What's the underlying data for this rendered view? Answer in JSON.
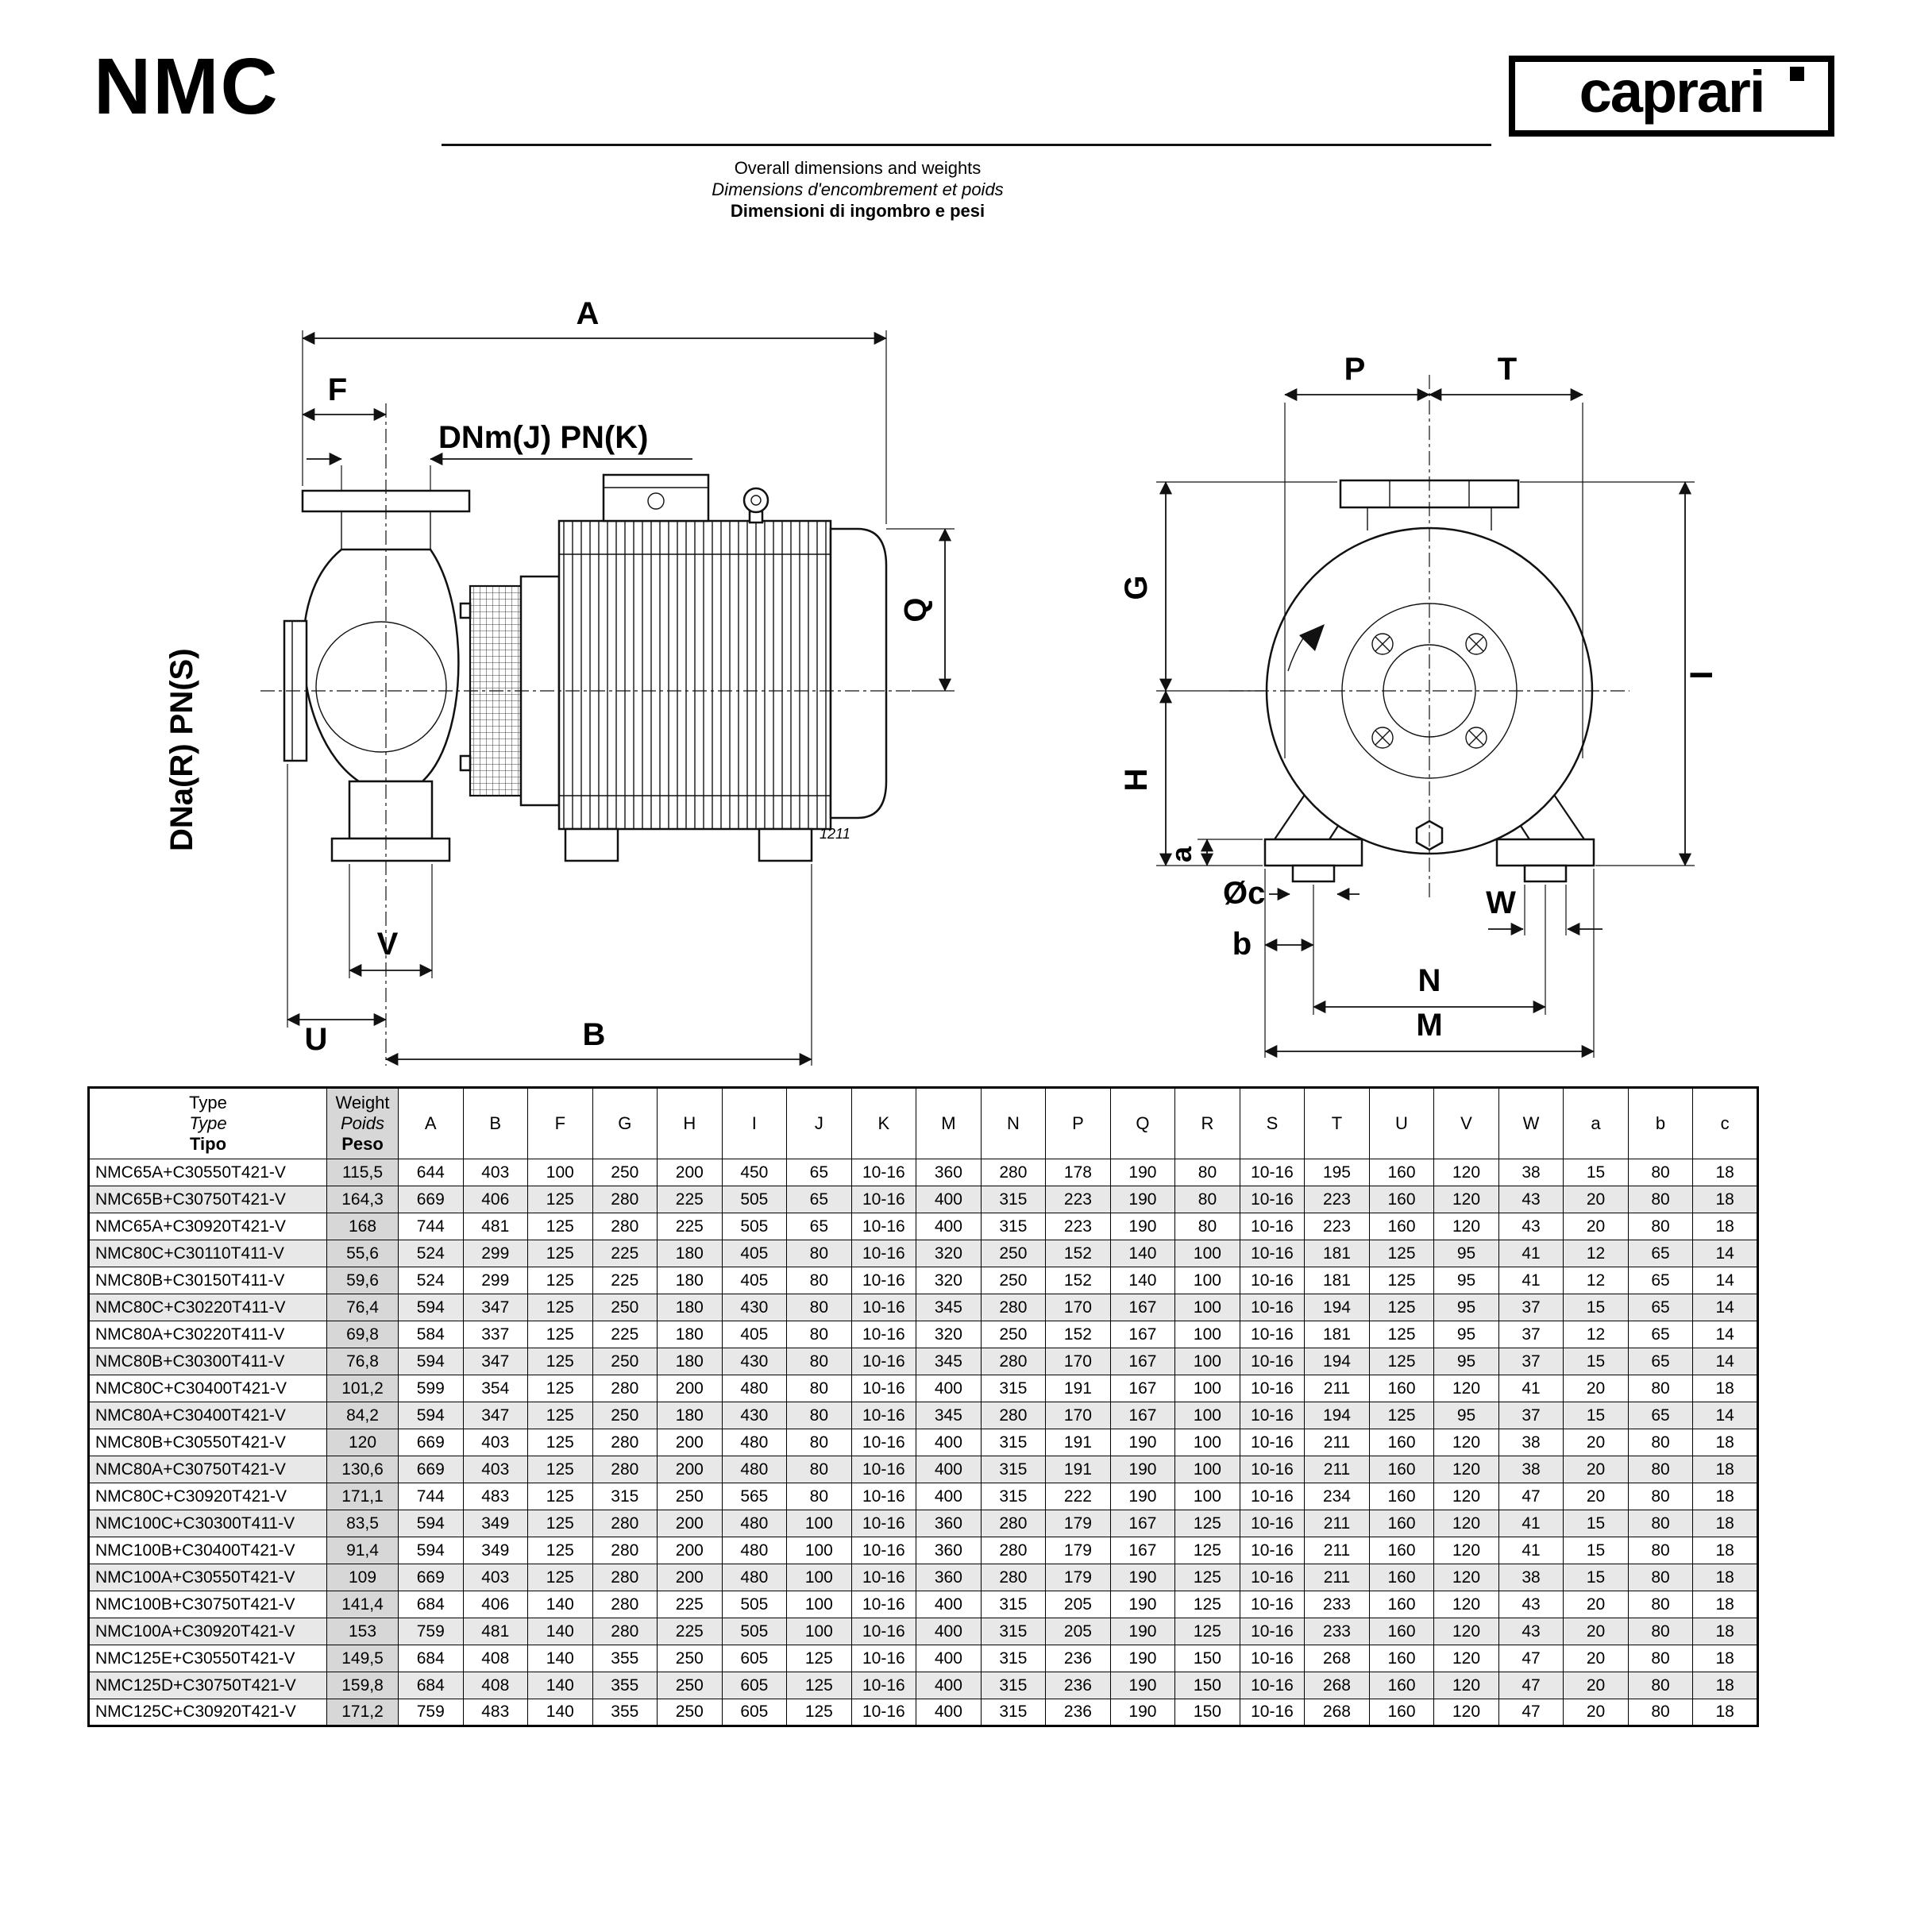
{
  "page": {
    "model": "NMC",
    "brand": "caprari",
    "subtitle_en": "Overall dimensions and weights",
    "subtitle_fr": "Dimensions d'encombrement et poids",
    "subtitle_it": "Dimensioni di ingombro e pesi"
  },
  "drawing": {
    "side": {
      "A": "A",
      "F": "F",
      "DNm": "DNm(J) PN(K)",
      "DNa": "DNa(R) PN(S)",
      "Q": "Q",
      "V": "V",
      "U": "U",
      "B": "B",
      "ref": "1211"
    },
    "front": {
      "P": "P",
      "T": "T",
      "G": "G",
      "H": "H",
      "a": "a",
      "I": "I",
      "Oc": "Øc",
      "W": "W",
      "b": "b",
      "N": "N",
      "M": "M"
    }
  },
  "table": {
    "type_header": [
      "Type",
      "Type",
      "Tipo"
    ],
    "weight_header": [
      "Weight",
      "Poids",
      "Peso"
    ],
    "dim_headers": [
      "A",
      "B",
      "F",
      "G",
      "H",
      "I",
      "J",
      "K",
      "M",
      "N",
      "P",
      "Q",
      "R",
      "S",
      "T",
      "U",
      "V",
      "W",
      "a",
      "b",
      "c"
    ],
    "rows": [
      {
        "type": "NMC65A+C30550T421-V",
        "weight": "115,5",
        "dims": [
          "644",
          "403",
          "100",
          "250",
          "200",
          "450",
          "65",
          "10-16",
          "360",
          "280",
          "178",
          "190",
          "80",
          "10-16",
          "195",
          "160",
          "120",
          "38",
          "15",
          "80",
          "18"
        ]
      },
      {
        "type": "NMC65B+C30750T421-V",
        "weight": "164,3",
        "dims": [
          "669",
          "406",
          "125",
          "280",
          "225",
          "505",
          "65",
          "10-16",
          "400",
          "315",
          "223",
          "190",
          "80",
          "10-16",
          "223",
          "160",
          "120",
          "43",
          "20",
          "80",
          "18"
        ]
      },
      {
        "type": "NMC65A+C30920T421-V",
        "weight": "168",
        "dims": [
          "744",
          "481",
          "125",
          "280",
          "225",
          "505",
          "65",
          "10-16",
          "400",
          "315",
          "223",
          "190",
          "80",
          "10-16",
          "223",
          "160",
          "120",
          "43",
          "20",
          "80",
          "18"
        ]
      },
      {
        "type": "NMC80C+C30110T411-V",
        "weight": "55,6",
        "dims": [
          "524",
          "299",
          "125",
          "225",
          "180",
          "405",
          "80",
          "10-16",
          "320",
          "250",
          "152",
          "140",
          "100",
          "10-16",
          "181",
          "125",
          "95",
          "41",
          "12",
          "65",
          "14"
        ]
      },
      {
        "type": "NMC80B+C30150T411-V",
        "weight": "59,6",
        "dims": [
          "524",
          "299",
          "125",
          "225",
          "180",
          "405",
          "80",
          "10-16",
          "320",
          "250",
          "152",
          "140",
          "100",
          "10-16",
          "181",
          "125",
          "95",
          "41",
          "12",
          "65",
          "14"
        ]
      },
      {
        "type": "NMC80C+C30220T411-V",
        "weight": "76,4",
        "dims": [
          "594",
          "347",
          "125",
          "250",
          "180",
          "430",
          "80",
          "10-16",
          "345",
          "280",
          "170",
          "167",
          "100",
          "10-16",
          "194",
          "125",
          "95",
          "37",
          "15",
          "65",
          "14"
        ]
      },
      {
        "type": "NMC80A+C30220T411-V",
        "weight": "69,8",
        "dims": [
          "584",
          "337",
          "125",
          "225",
          "180",
          "405",
          "80",
          "10-16",
          "320",
          "250",
          "152",
          "167",
          "100",
          "10-16",
          "181",
          "125",
          "95",
          "37",
          "12",
          "65",
          "14"
        ]
      },
      {
        "type": "NMC80B+C30300T411-V",
        "weight": "76,8",
        "dims": [
          "594",
          "347",
          "125",
          "250",
          "180",
          "430",
          "80",
          "10-16",
          "345",
          "280",
          "170",
          "167",
          "100",
          "10-16",
          "194",
          "125",
          "95",
          "37",
          "15",
          "65",
          "14"
        ]
      },
      {
        "type": "NMC80C+C30400T421-V",
        "weight": "101,2",
        "dims": [
          "599",
          "354",
          "125",
          "280",
          "200",
          "480",
          "80",
          "10-16",
          "400",
          "315",
          "191",
          "167",
          "100",
          "10-16",
          "211",
          "160",
          "120",
          "41",
          "20",
          "80",
          "18"
        ]
      },
      {
        "type": "NMC80A+C30400T421-V",
        "weight": "84,2",
        "dims": [
          "594",
          "347",
          "125",
          "250",
          "180",
          "430",
          "80",
          "10-16",
          "345",
          "280",
          "170",
          "167",
          "100",
          "10-16",
          "194",
          "125",
          "95",
          "37",
          "15",
          "65",
          "14"
        ]
      },
      {
        "type": "NMC80B+C30550T421-V",
        "weight": "120",
        "dims": [
          "669",
          "403",
          "125",
          "280",
          "200",
          "480",
          "80",
          "10-16",
          "400",
          "315",
          "191",
          "190",
          "100",
          "10-16",
          "211",
          "160",
          "120",
          "38",
          "20",
          "80",
          "18"
        ]
      },
      {
        "type": "NMC80A+C30750T421-V",
        "weight": "130,6",
        "dims": [
          "669",
          "403",
          "125",
          "280",
          "200",
          "480",
          "80",
          "10-16",
          "400",
          "315",
          "191",
          "190",
          "100",
          "10-16",
          "211",
          "160",
          "120",
          "38",
          "20",
          "80",
          "18"
        ]
      },
      {
        "type": "NMC80C+C30920T421-V",
        "weight": "171,1",
        "dims": [
          "744",
          "483",
          "125",
          "315",
          "250",
          "565",
          "80",
          "10-16",
          "400",
          "315",
          "222",
          "190",
          "100",
          "10-16",
          "234",
          "160",
          "120",
          "47",
          "20",
          "80",
          "18"
        ]
      },
      {
        "type": "NMC100C+C30300T411-V",
        "weight": "83,5",
        "dims": [
          "594",
          "349",
          "125",
          "280",
          "200",
          "480",
          "100",
          "10-16",
          "360",
          "280",
          "179",
          "167",
          "125",
          "10-16",
          "211",
          "160",
          "120",
          "41",
          "15",
          "80",
          "18"
        ]
      },
      {
        "type": "NMC100B+C30400T421-V",
        "weight": "91,4",
        "dims": [
          "594",
          "349",
          "125",
          "280",
          "200",
          "480",
          "100",
          "10-16",
          "360",
          "280",
          "179",
          "167",
          "125",
          "10-16",
          "211",
          "160",
          "120",
          "41",
          "15",
          "80",
          "18"
        ]
      },
      {
        "type": "NMC100A+C30550T421-V",
        "weight": "109",
        "dims": [
          "669",
          "403",
          "125",
          "280",
          "200",
          "480",
          "100",
          "10-16",
          "360",
          "280",
          "179",
          "190",
          "125",
          "10-16",
          "211",
          "160",
          "120",
          "38",
          "15",
          "80",
          "18"
        ]
      },
      {
        "type": "NMC100B+C30750T421-V",
        "weight": "141,4",
        "dims": [
          "684",
          "406",
          "140",
          "280",
          "225",
          "505",
          "100",
          "10-16",
          "400",
          "315",
          "205",
          "190",
          "125",
          "10-16",
          "233",
          "160",
          "120",
          "43",
          "20",
          "80",
          "18"
        ]
      },
      {
        "type": "NMC100A+C30920T421-V",
        "weight": "153",
        "dims": [
          "759",
          "481",
          "140",
          "280",
          "225",
          "505",
          "100",
          "10-16",
          "400",
          "315",
          "205",
          "190",
          "125",
          "10-16",
          "233",
          "160",
          "120",
          "43",
          "20",
          "80",
          "18"
        ]
      },
      {
        "type": "NMC125E+C30550T421-V",
        "weight": "149,5",
        "dims": [
          "684",
          "408",
          "140",
          "355",
          "250",
          "605",
          "125",
          "10-16",
          "400",
          "315",
          "236",
          "190",
          "150",
          "10-16",
          "268",
          "160",
          "120",
          "47",
          "20",
          "80",
          "18"
        ]
      },
      {
        "type": "NMC125D+C30750T421-V",
        "weight": "159,8",
        "dims": [
          "684",
          "408",
          "140",
          "355",
          "250",
          "605",
          "125",
          "10-16",
          "400",
          "315",
          "236",
          "190",
          "150",
          "10-16",
          "268",
          "160",
          "120",
          "47",
          "20",
          "80",
          "18"
        ]
      },
      {
        "type": "NMC125C+C30920T421-V",
        "weight": "171,2",
        "dims": [
          "759",
          "483",
          "140",
          "355",
          "250",
          "605",
          "125",
          "10-16",
          "400",
          "315",
          "236",
          "190",
          "150",
          "10-16",
          "268",
          "160",
          "120",
          "47",
          "20",
          "80",
          "18"
        ]
      }
    ]
  }
}
